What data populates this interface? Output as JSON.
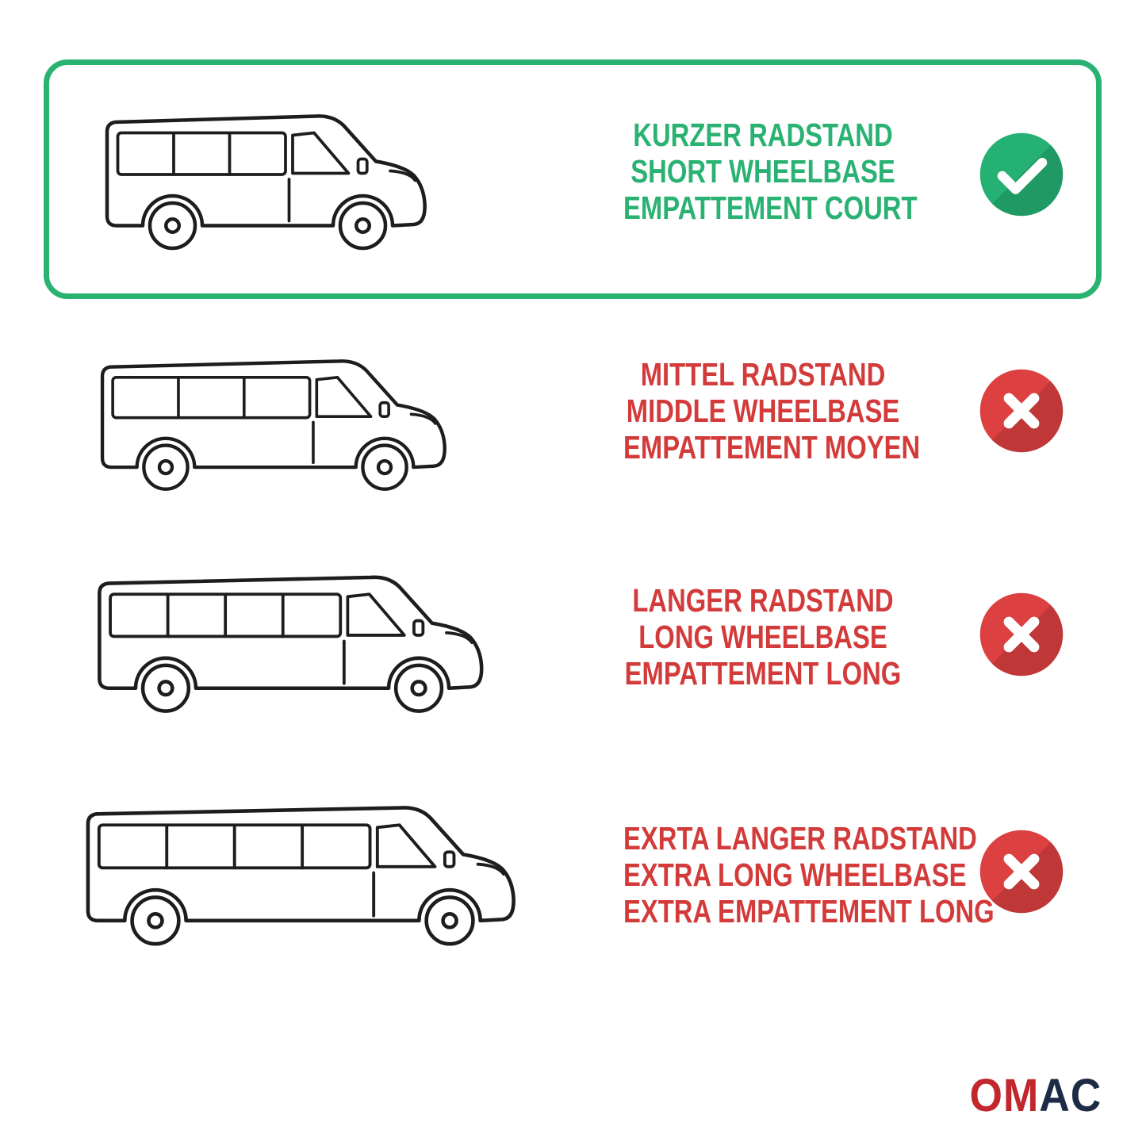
{
  "page": {
    "background": "#ffffff",
    "accent_green": "#2ab273",
    "accent_red": "#d33b3b"
  },
  "options": [
    {
      "id": "short-wheelbase",
      "state": "selected",
      "icon": "check",
      "color": "#2ab273",
      "lines": [
        "KURZER RADSTAND",
        "SHORT WHEELBASE",
        "EMPATTEMENT COURT"
      ]
    },
    {
      "id": "middle-wheelbase",
      "state": "rejected",
      "icon": "cross",
      "color": "#d33b3b",
      "lines": [
        "MITTEL RADSTAND",
        "MIDDLE WHEELBASE",
        "EMPATTEMENT MOYEN"
      ]
    },
    {
      "id": "long-wheelbase",
      "state": "rejected",
      "icon": "cross",
      "color": "#d33b3b",
      "lines": [
        "LANGER RADSTAND",
        "LONG WHEELBASE",
        "EMPATTEMENT LONG"
      ]
    },
    {
      "id": "extra-long-wheelbase",
      "state": "rejected",
      "icon": "cross",
      "color": "#d33b3b",
      "lines": [
        "EXRTA LANGER RADSTAND",
        "EXTRA LONG WHEELBASE",
        "EXTRA EMPATTEMENT LONG"
      ]
    }
  ],
  "brand": {
    "logo_om": "OM",
    "logo_ac": "AC",
    "logo_red": "#c1272d",
    "logo_dark": "#1d2b45"
  }
}
